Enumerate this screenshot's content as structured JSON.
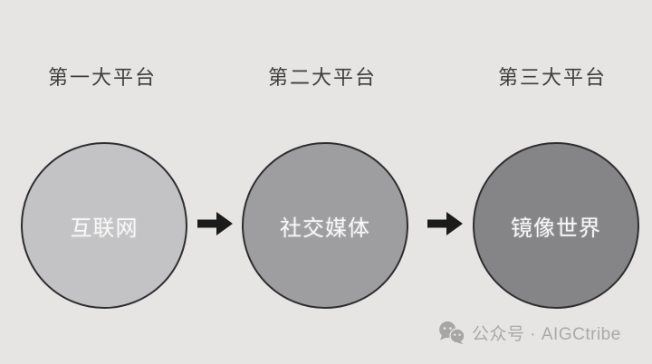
{
  "page": {
    "background": "#e6e5e3"
  },
  "diagram": {
    "stages": [
      {
        "label": "第一大平台",
        "name": "互联网",
        "fill": "#c3c3c5"
      },
      {
        "label": "第二大平台",
        "name": "社交媒体",
        "fill": "#9e9ea0"
      },
      {
        "label": "第三大平台",
        "name": "镜像世界",
        "fill": "#858587"
      }
    ],
    "arrow_color": "#1b1b1b",
    "circle_border_color": "#2e2e30",
    "label_color": "#3e3e40",
    "circle_text_color": "#f7f7f7"
  },
  "watermark": {
    "icon": "wechat-icon",
    "text": "公众号 · AIGCtribe",
    "color": "#a9a9a9"
  }
}
